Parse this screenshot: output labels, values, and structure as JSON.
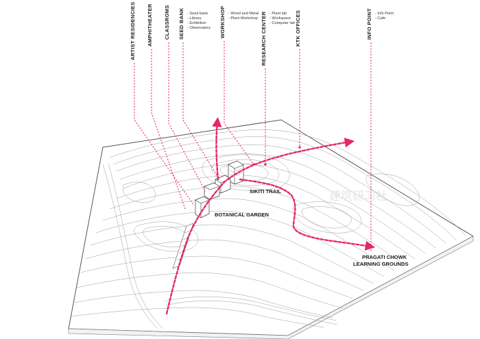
{
  "colors": {
    "accent": "#e8246e",
    "line": "#1e1e1e",
    "contour": "#9a9a9a",
    "watermark": "#e6e6e6"
  },
  "labels": {
    "artist_residencies": "ARTIST RESIDENCIES",
    "amphitheater": "AMPHITHEATER",
    "classroms": "CLASSROMS",
    "seed_bank": "SEED BANK",
    "workshop": "WORKSHOP",
    "research_center": "RESEARCH CENTER",
    "ktk_offices": "KTK OFFICES",
    "info_point": "INFO POINT"
  },
  "sublists": {
    "seed_bank": [
      "- Seed bank",
      "- Library",
      "- Exhibition",
      "- Observatory"
    ],
    "workshop": [
      "- Wood and Metal",
      "- Plant Workshop"
    ],
    "research_center": [
      "- Plant lab",
      "- Workspace",
      "- Computer lab"
    ],
    "info_point": [
      "- Info Point",
      "- Cafe"
    ]
  },
  "map_labels": {
    "sikiti_trail": "SIKITI TRAIL",
    "botanical_garden": "BOTANICAL GARDEN",
    "pragati_chowk_1": "PRAGATI CHOWK",
    "pragati_chowk_2": "LEARNING GROUNDS"
  },
  "watermark": "建筑研习社"
}
